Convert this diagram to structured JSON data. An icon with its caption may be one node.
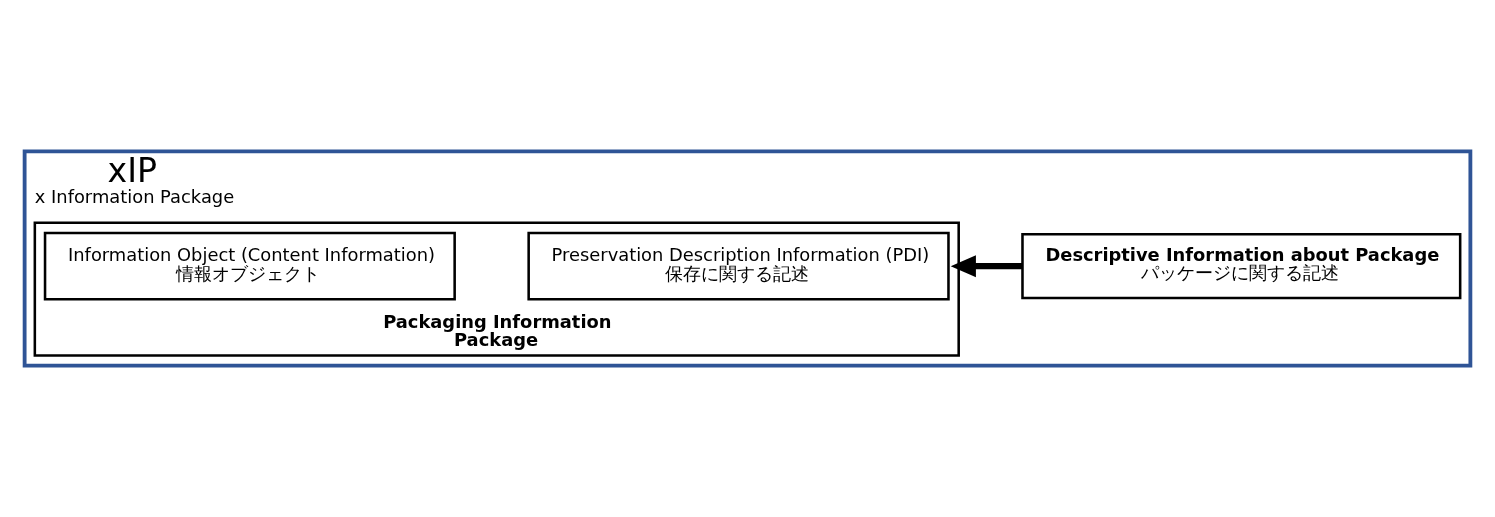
{
  "diagram": {
    "nodes": [
      {
        "text": [
          "xIP",
          "x Information Package"
        ]
      },
      {
        "text": [
          "Packaging Information"
        ],
        "beside": [
          "Package"
        ],
        "in": 0
      },
      {
        "text": [
          "Information Object (Content Information)",
          "情報オブジェクト"
        ],
        "in": 1
      },
      {
        "text": [
          "Preservation Description Information (PDI)",
          "保存に関する記述"
        ],
        "in": 1
      },
      {
        "text": [
          "Descriptive Information about Package",
          "パッケージに関する記述"
        ],
        "in": 0
      }
    ],
    "edges": [
      {
        "from": 4,
        "to": 1,
        "arrow": "to"
      }
    ]
  }
}
